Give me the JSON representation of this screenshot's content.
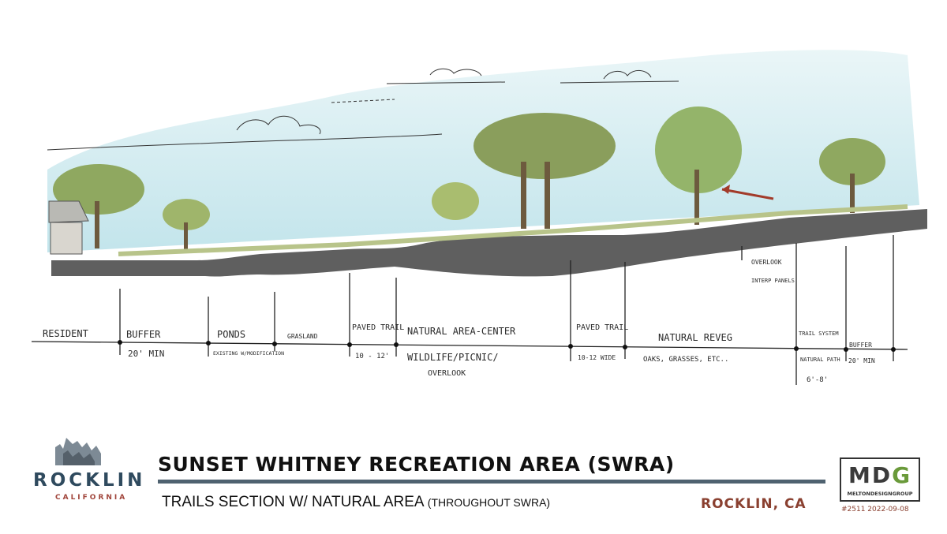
{
  "zones": [
    {
      "label": "RESIDENT",
      "note": ""
    },
    {
      "label": "BUFFER",
      "note": "20' MIN"
    },
    {
      "label": "PONDS",
      "note": "EXISTING W/MODIFICATION"
    },
    {
      "label": "GRASLAND",
      "note": ""
    },
    {
      "label": "PAVED TRAIL",
      "note": "10 - 12'"
    },
    {
      "label": "NATURAL AREA-CENTER",
      "note": "WILDLIFE/PICNIC/",
      "note2": "OVERLOOK"
    },
    {
      "label": "PAVED TRAIL",
      "note": "10-12 WIDE"
    },
    {
      "label": "NATURAL REVEG",
      "note": "OAKS, GRASSES, ETC.."
    },
    {
      "label": "TRAIL SYSTEM",
      "note": "NATURAL PATH",
      "note2": "6'-8'"
    },
    {
      "label": "BUFFER",
      "note": "20' MIN"
    }
  ],
  "callout": {
    "label": "OVERLOOK",
    "note": "INTERP PANELS"
  },
  "logo": {
    "word": "ROCKLIN",
    "sub": "CALIFORNIA"
  },
  "title": "SUNSET WHITNEY RECREATION AREA (SWRA)",
  "subtitle": {
    "main": "TRAILS SECTION W/ NATURAL AREA",
    "small": "(THROUGHOUT SWRA)"
  },
  "location": "ROCKLIN, CA",
  "firm": {
    "initials_a": "MD",
    "initials_b": "G",
    "name": "MELTONDESIGNGROUP"
  },
  "stamp": "#2511  2022-09-08",
  "colors": {
    "sky": "#c9e6ee",
    "foliage": "#8fa860",
    "ground": "#5f5f5f",
    "brand": "#2f4a5e",
    "accent": "#8a4030"
  }
}
